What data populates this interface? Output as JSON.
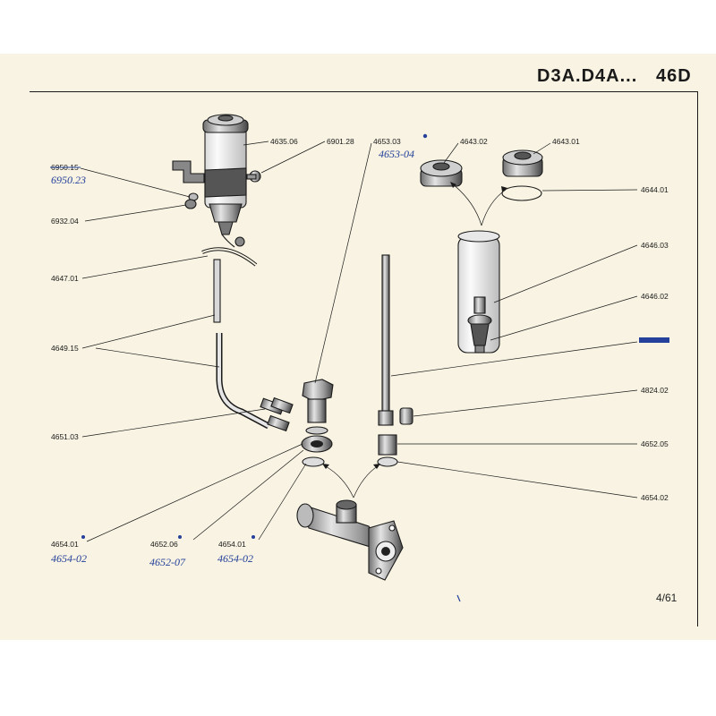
{
  "header": {
    "model_code": "D3A.D4A...",
    "section_code": "46D",
    "page_number": "4/61"
  },
  "part_numbers": {
    "n4635_06": "4635.06",
    "n6901_28": "6901.28",
    "n4653_03": "4653.03",
    "n4643_02": "4643.02",
    "n4643_01": "4643.01",
    "n6950_15": "6950.15",
    "n4644_01": "4644.01",
    "n6932_04": "6932.04",
    "n4647_01": "4647.01",
    "n4646_03": "4646.03",
    "n4646_02": "4646.02",
    "n4649_15": "4649.15",
    "n4824_02": "4824.02",
    "n4651_03": "4651.03",
    "n4652_05": "4652.05",
    "n4654_02_right": "4654.02",
    "n4654_01_left": "4654.01",
    "n4652_06": "4652.06",
    "n4654_01_mid": "4654.01"
  },
  "handwritten_corrections": {
    "h6950_23": "6950.23",
    "h4653_04": "4653-04",
    "h4654_02_left": "4654-02",
    "h4652_07": "4652-07",
    "h4654_02_mid": "4654-02"
  },
  "colors": {
    "paper": "#f8f3e2",
    "ink": "#1a1a1a",
    "pen": "#24409a"
  }
}
